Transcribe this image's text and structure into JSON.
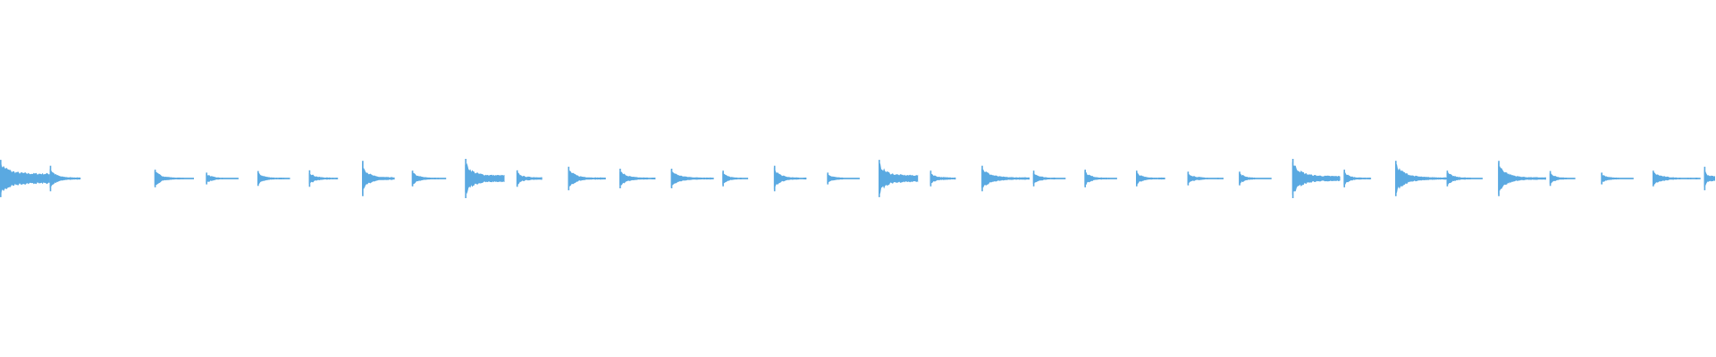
{
  "waveform": {
    "color": "#5aa9e1",
    "background": "#ffffff",
    "hits": [
      {
        "t": 0.0,
        "a": 0.95,
        "tail": 0.82,
        "len": 0.029
      },
      {
        "t": 0.029,
        "a": 0.65,
        "tail": 0.18,
        "len": 0.018
      },
      {
        "t": 0.09,
        "a": 0.45,
        "tail": 0.12,
        "len": 0.023
      },
      {
        "t": 0.12,
        "a": 0.3,
        "tail": 0.1,
        "len": 0.019
      },
      {
        "t": 0.15,
        "a": 0.38,
        "tail": 0.12,
        "len": 0.019
      },
      {
        "t": 0.18,
        "a": 0.42,
        "tail": 0.14,
        "len": 0.017
      },
      {
        "t": 0.211,
        "a": 0.9,
        "tail": 0.2,
        "len": 0.019
      },
      {
        "t": 0.24,
        "a": 0.4,
        "tail": 0.12,
        "len": 0.02
      },
      {
        "t": 0.271,
        "a": 1.0,
        "tail": 0.55,
        "len": 0.023
      },
      {
        "t": 0.301,
        "a": 0.42,
        "tail": 0.22,
        "len": 0.015
      },
      {
        "t": 0.331,
        "a": 0.6,
        "tail": 0.16,
        "len": 0.022
      },
      {
        "t": 0.361,
        "a": 0.5,
        "tail": 0.14,
        "len": 0.021
      },
      {
        "t": 0.391,
        "a": 0.5,
        "tail": 0.16,
        "len": 0.025
      },
      {
        "t": 0.421,
        "a": 0.4,
        "tail": 0.12,
        "len": 0.015
      },
      {
        "t": 0.451,
        "a": 0.65,
        "tail": 0.14,
        "len": 0.019
      },
      {
        "t": 0.482,
        "a": 0.3,
        "tail": 0.1,
        "len": 0.019
      },
      {
        "t": 0.512,
        "a": 0.95,
        "tail": 0.55,
        "len": 0.023
      },
      {
        "t": 0.542,
        "a": 0.4,
        "tail": 0.18,
        "len": 0.015
      },
      {
        "t": 0.572,
        "a": 0.65,
        "tail": 0.18,
        "len": 0.028
      },
      {
        "t": 0.602,
        "a": 0.4,
        "tail": 0.12,
        "len": 0.019
      },
      {
        "t": 0.632,
        "a": 0.45,
        "tail": 0.12,
        "len": 0.019
      },
      {
        "t": 0.662,
        "a": 0.4,
        "tail": 0.14,
        "len": 0.017
      },
      {
        "t": 0.692,
        "a": 0.35,
        "tail": 0.12,
        "len": 0.021
      },
      {
        "t": 0.722,
        "a": 0.35,
        "tail": 0.1,
        "len": 0.019
      },
      {
        "t": 0.753,
        "a": 1.0,
        "tail": 0.4,
        "len": 0.028
      },
      {
        "t": 0.783,
        "a": 0.45,
        "tail": 0.14,
        "len": 0.016
      },
      {
        "t": 0.813,
        "a": 0.9,
        "tail": 0.18,
        "len": 0.031
      },
      {
        "t": 0.843,
        "a": 0.4,
        "tail": 0.12,
        "len": 0.021
      },
      {
        "t": 0.873,
        "a": 0.9,
        "tail": 0.18,
        "len": 0.028
      },
      {
        "t": 0.903,
        "a": 0.38,
        "tail": 0.12,
        "len": 0.015
      },
      {
        "t": 0.933,
        "a": 0.3,
        "tail": 0.1,
        "len": 0.019
      },
      {
        "t": 0.963,
        "a": 0.4,
        "tail": 0.12,
        "len": 0.028
      },
      {
        "t": 0.993,
        "a": 0.6,
        "tail": 0.4,
        "len": 0.008
      }
    ]
  }
}
